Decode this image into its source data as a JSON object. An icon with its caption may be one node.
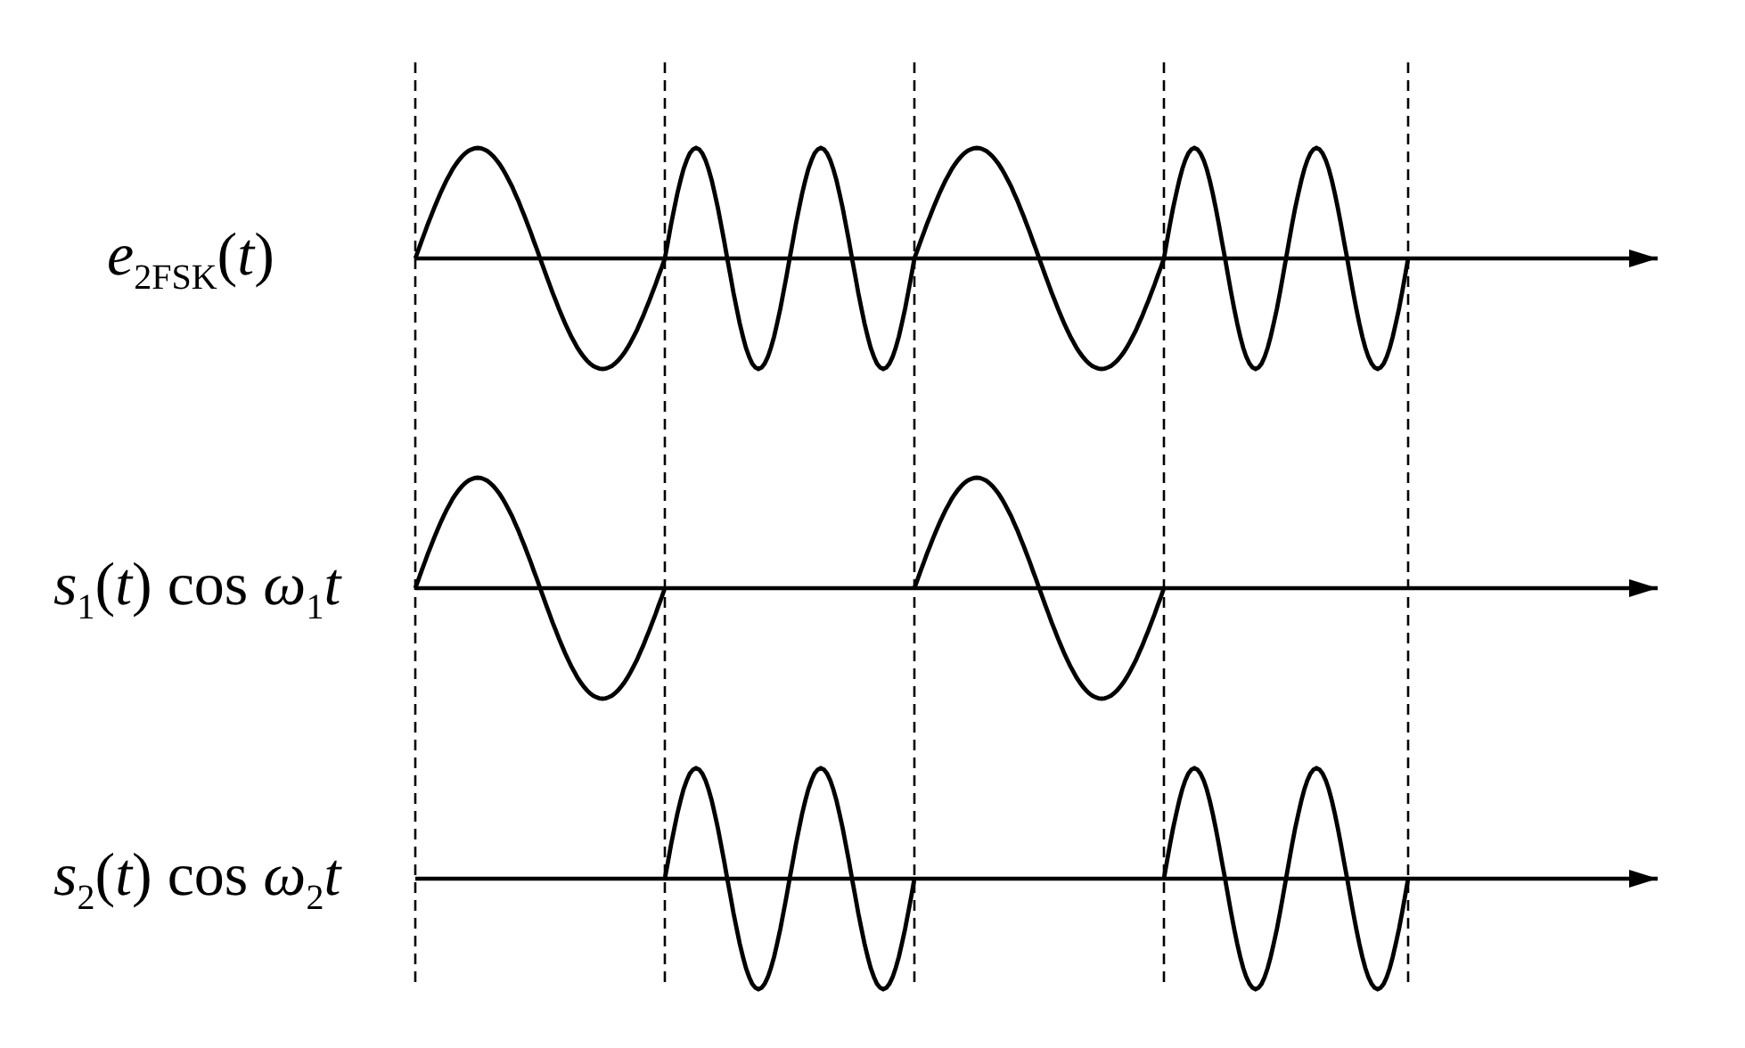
{
  "diagram": {
    "labels": [
      "*e*$_{2FSK}$(*t*)",
      "*s*$_{1}$(*t*) cos *ω*$_{1}$*t*",
      "*s*$_{2}$(*t*) cos *ω*$_{2}$*t*"
    ]
  }
}
